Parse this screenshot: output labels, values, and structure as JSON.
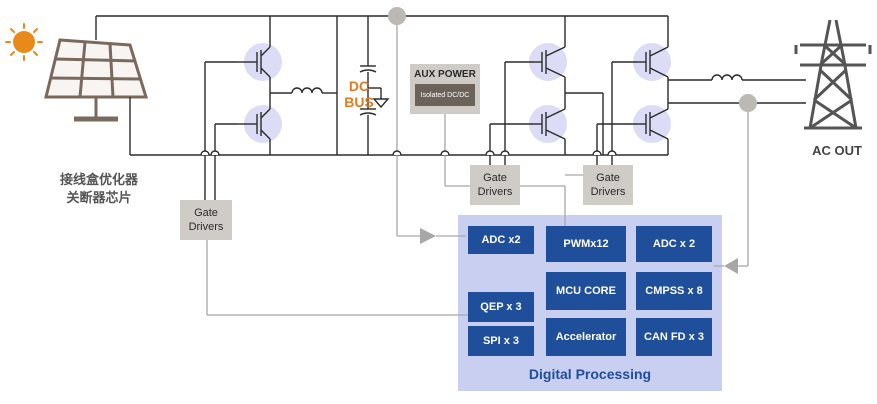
{
  "labels": {
    "dc_bus_line1": "DC",
    "dc_bus_line2": "BUS",
    "ac_out": "AC OUT",
    "junction_box": "接线盒优化器\n关断器芯片",
    "aux_power": "AUX POWER",
    "isolated_dcdc": "Isolated DC/DC",
    "digital_processing": "Digital Processing"
  },
  "gate_drivers": [
    {
      "label": "Gate\nDrivers"
    },
    {
      "label": "Gate\nDrivers"
    },
    {
      "label": "Gate\nDrivers"
    }
  ],
  "processing_blocks": {
    "adc_x2_left": "ADC x2",
    "pwm": "PWMx12",
    "adc_x2_right": "ADC x 2",
    "mcu_core": "MCU CORE",
    "cmpss": "CMPSS x 8",
    "qep": "QEP x 3",
    "spi": "SPI x 3",
    "accelerator": "Accelerator",
    "can_fd": "CAN FD x 3"
  },
  "colors": {
    "blue_block": "#1f4e9b",
    "processing_bg": "#c9cff0",
    "gray_block": "#cfcbc7",
    "accent_orange": "#e07b20",
    "wire": "#2b2b2b",
    "feedback_wire": "#a7a7a7",
    "transistor_halo": "#dcdcf6"
  },
  "icons": [
    "sun-icon",
    "solar-panel-icon",
    "transmission-tower-icon",
    "ground-icon",
    "capacitor-icon",
    "inductor-icon",
    "igbt-icon"
  ]
}
